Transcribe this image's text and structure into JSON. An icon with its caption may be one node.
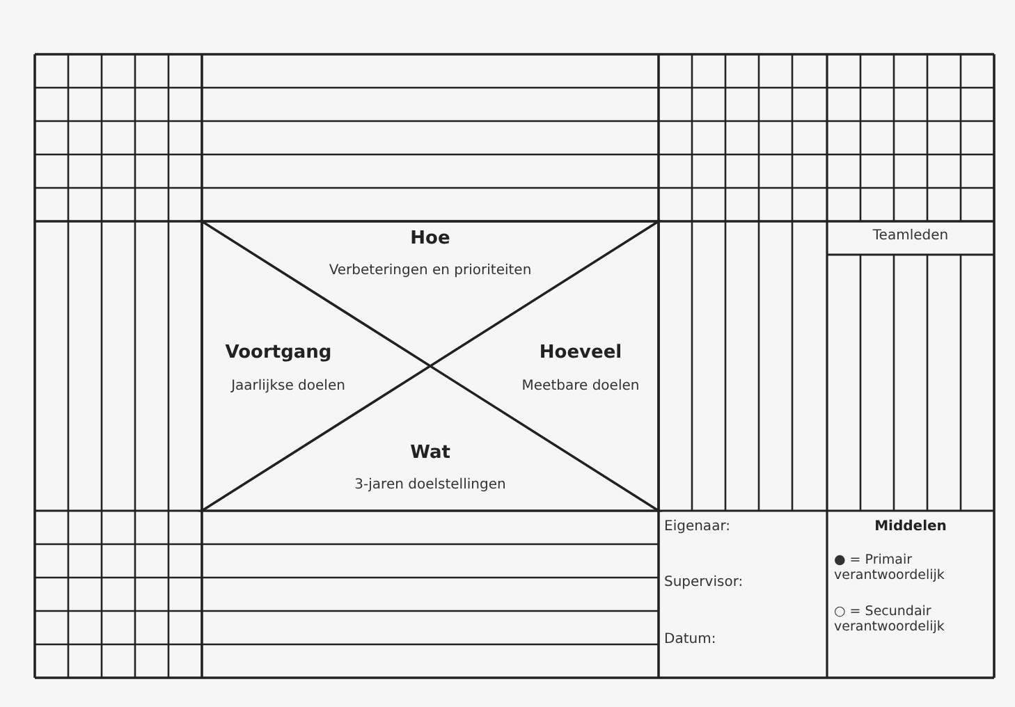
{
  "diagram": {
    "nodes": [
      {
        "text": [
          "Hoe",
          "Verbeteringen en prioriteiten"
        ]
      },
      {
        "text": [
          "Voortgang",
          "Jaarlijkse doelen"
        ]
      },
      {
        "text": [
          "Hoeveel",
          "Meetbare doelen"
        ]
      },
      {
        "text": [
          "Wat",
          "3-jaren doelstellingen"
        ]
      },
      {
        "text": [
          "Teamleden"
        ]
      },
      {
        "text": [
          "Eigenaar:",
          "Supervisor:",
          "Datum:"
        ]
      },
      {
        "text": [
          "Middelen",
          "● = Primair verantwoordelijk",
          "○ = Secundair verantwoordelijk"
        ]
      }
    ]
  }
}
